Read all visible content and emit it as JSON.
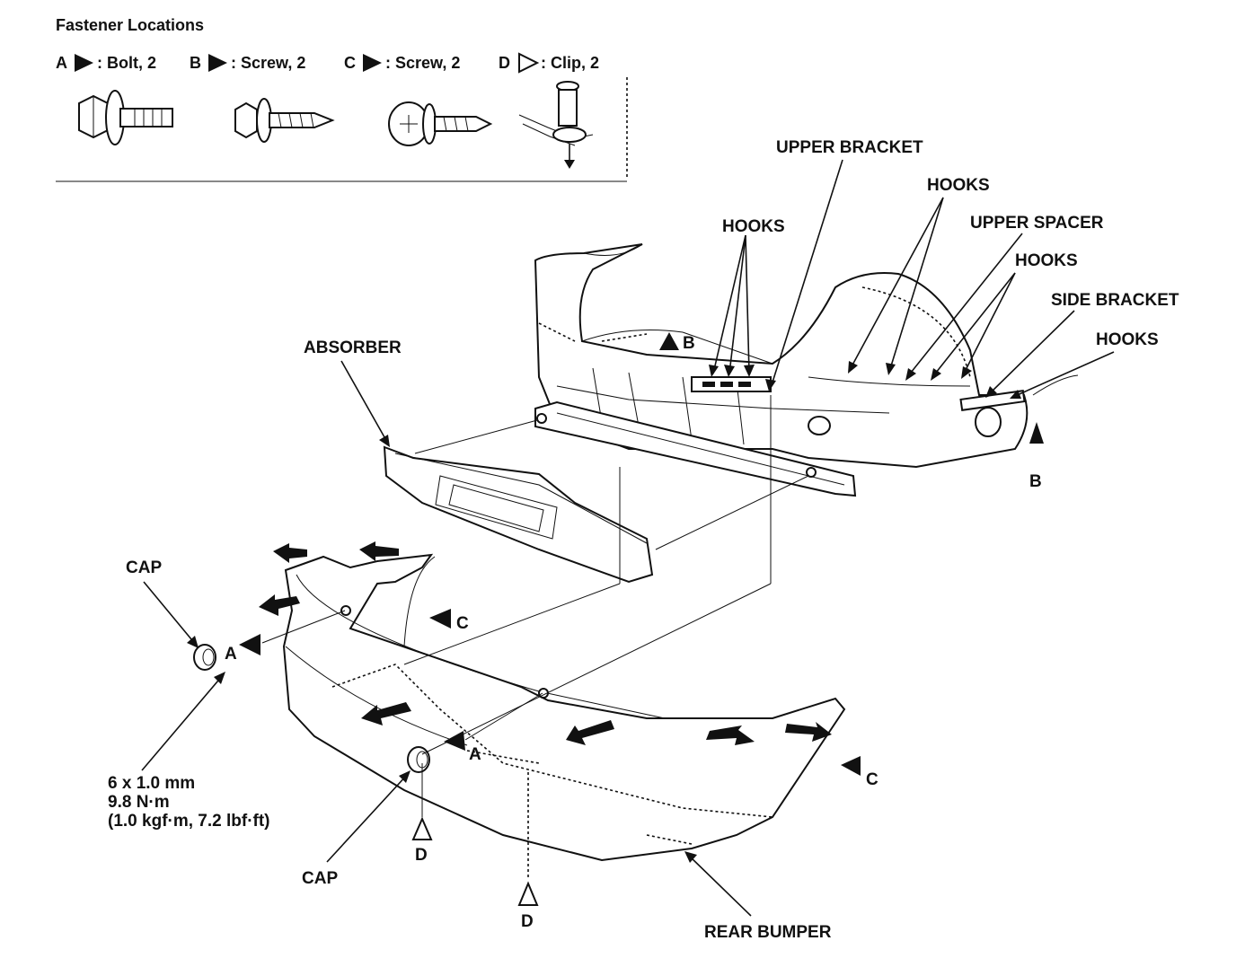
{
  "header": {
    "title": "Fastener Locations",
    "fasteners": [
      {
        "letter": "A",
        "desc": ": Bolt, 2",
        "marker": "filled-triangle"
      },
      {
        "letter": "B",
        "desc": ": Screw, 2",
        "marker": "filled-triangle"
      },
      {
        "letter": "C",
        "desc": ": Screw, 2",
        "marker": "filled-triangle"
      },
      {
        "letter": "D",
        "desc": ": Clip, 2",
        "marker": "hollow-triangle"
      }
    ]
  },
  "labels": {
    "upper_bracket": "UPPER BRACKET",
    "hooks": "HOOKS",
    "upper_spacer": "UPPER SPACER",
    "side_bracket": "SIDE BRACKET",
    "absorber": "ABSORBER",
    "cap": "CAP",
    "rear_bumper": "REAR BUMPER",
    "a": "A",
    "b": "B",
    "c": "C",
    "d": "D"
  },
  "torque": {
    "size": "6 x 1.0 mm",
    "nm": "9.8 N·m",
    "imperial": "(1.0 kgf·m, 7.2 lbf·ft)"
  },
  "colors": {
    "ink": "#111111",
    "paper": "#ffffff"
  }
}
